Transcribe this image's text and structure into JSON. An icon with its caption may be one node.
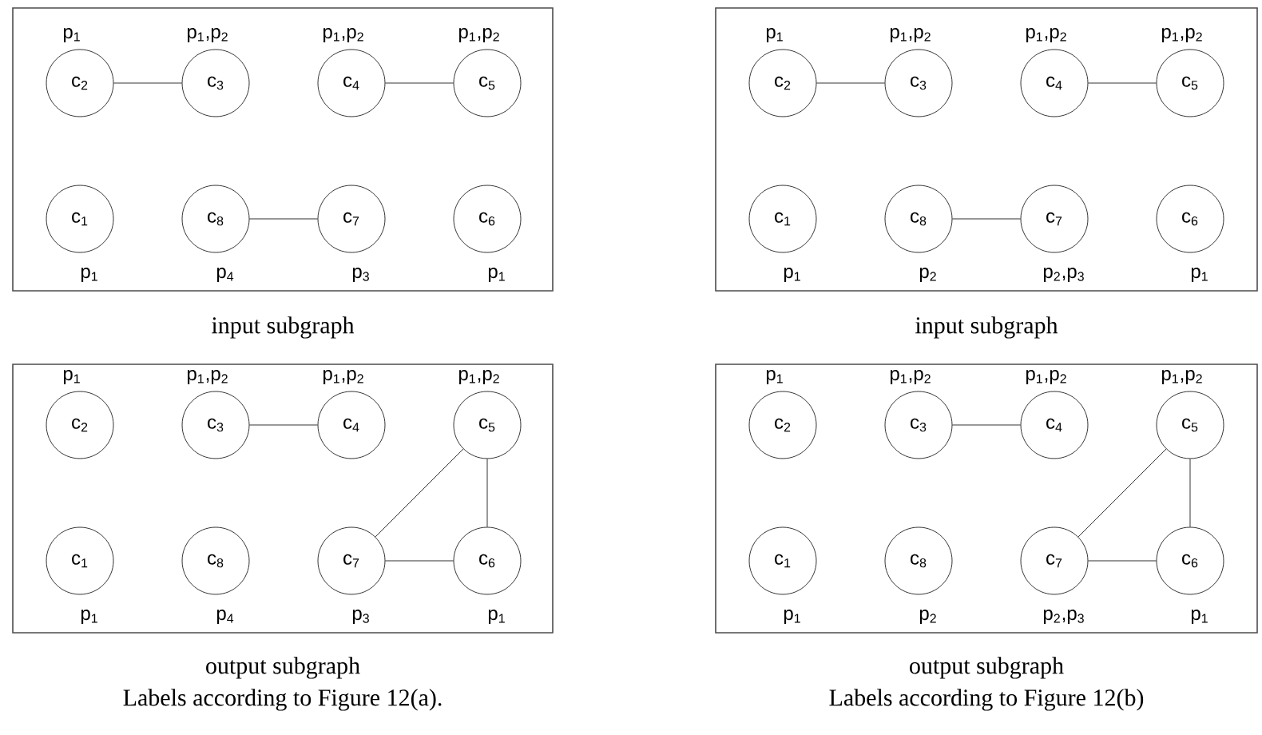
{
  "diagram": {
    "nodes": [
      {
        "text": [
          "input subgraph"
        ]
      },
      {
        "text": [
          "c$_{2}$"
        ],
        "in": 0,
        "beside": [
          "p$_{1}$"
        ]
      },
      {
        "text": [
          "c$_{3}$"
        ],
        "in": 0,
        "beside": [
          "p$_{1}$,p$_{2}$"
        ]
      },
      {
        "text": [
          "c$_{4}$"
        ],
        "in": 0,
        "beside": [
          "p$_{1}$,p$_{2}$"
        ]
      },
      {
        "text": [
          "c$_{5}$"
        ],
        "in": 0,
        "beside": [
          "p$_{1}$,p$_{2}$"
        ]
      },
      {
        "text": [
          "c$_{1}$"
        ],
        "in": 0,
        "beside": [
          "p$_{1}$"
        ]
      },
      {
        "text": [
          "c$_{8}$"
        ],
        "in": 0,
        "beside": [
          "p$_{4}$"
        ]
      },
      {
        "text": [
          "c$_{7}$"
        ],
        "in": 0,
        "beside": [
          "p$_{3}$"
        ]
      },
      {
        "text": [
          "c$_{6}$"
        ],
        "in": 0,
        "beside": [
          "p$_{1}$"
        ]
      },
      {
        "text": [
          "input subgraph"
        ]
      },
      {
        "text": [
          "c$_{2}$"
        ],
        "in": 9,
        "beside": [
          "p$_{1}$"
        ]
      },
      {
        "text": [
          "c$_{3}$"
        ],
        "in": 9,
        "beside": [
          "p$_{1}$,p$_{2}$"
        ]
      },
      {
        "text": [
          "c$_{4}$"
        ],
        "in": 9,
        "beside": [
          "p$_{1}$,p$_{2}$"
        ]
      },
      {
        "text": [
          "c$_{5}$"
        ],
        "in": 9,
        "beside": [
          "p$_{1}$,p$_{2}$"
        ]
      },
      {
        "text": [
          "c$_{1}$"
        ],
        "in": 9,
        "beside": [
          "p$_{1}$"
        ]
      },
      {
        "text": [
          "c$_{8}$"
        ],
        "in": 9,
        "beside": [
          "p$_{2}$"
        ]
      },
      {
        "text": [
          "c$_{7}$"
        ],
        "in": 9,
        "beside": [
          "p$_{2}$,p$_{3}$"
        ]
      },
      {
        "text": [
          "c$_{6}$"
        ],
        "in": 9,
        "beside": [
          "p$_{1}$"
        ]
      },
      {
        "text": [
          "output subgraph",
          "Labels according to Figure 12(a)."
        ]
      },
      {
        "text": [
          "c$_{2}$"
        ],
        "in": 18,
        "beside": [
          "p$_{1}$"
        ]
      },
      {
        "text": [
          "c$_{3}$"
        ],
        "in": 18,
        "beside": [
          "p$_{1}$,p$_{2}$"
        ]
      },
      {
        "text": [
          "c$_{4}$"
        ],
        "in": 18,
        "beside": [
          "p$_{1}$,p$_{2}$"
        ]
      },
      {
        "text": [
          "c$_{5}$"
        ],
        "in": 18,
        "beside": [
          "p$_{1}$,p$_{2}$"
        ]
      },
      {
        "text": [
          "c$_{1}$"
        ],
        "in": 18,
        "beside": [
          "p$_{1}$"
        ]
      },
      {
        "text": [
          "c$_{8}$"
        ],
        "in": 18,
        "beside": [
          "p$_{4}$"
        ]
      },
      {
        "text": [
          "c$_{7}$"
        ],
        "in": 18,
        "beside": [
          "p$_{3}$"
        ]
      },
      {
        "text": [
          "c$_{6}$"
        ],
        "in": 18,
        "beside": [
          "p$_{1}$"
        ]
      },
      {
        "text": [
          "output subgraph",
          "Labels according to Figure 12(b)"
        ]
      },
      {
        "text": [
          "c$_{2}$"
        ],
        "in": 27,
        "beside": [
          "p$_{1}$"
        ]
      },
      {
        "text": [
          "c$_{3}$"
        ],
        "in": 27,
        "beside": [
          "p$_{1}$,p$_{2}$"
        ]
      },
      {
        "text": [
          "c$_{4}$"
        ],
        "in": 27,
        "beside": [
          "p$_{1}$,p$_{2}$"
        ]
      },
      {
        "text": [
          "c$_{5}$"
        ],
        "in": 27,
        "beside": [
          "p$_{1}$,p$_{2}$"
        ]
      },
      {
        "text": [
          "c$_{1}$"
        ],
        "in": 27,
        "beside": [
          "p$_{1}$"
        ]
      },
      {
        "text": [
          "c$_{8}$"
        ],
        "in": 27,
        "beside": [
          "p$_{2}$"
        ]
      },
      {
        "text": [
          "c$_{7}$"
        ],
        "in": 27,
        "beside": [
          "p$_{2}$,p$_{3}$"
        ]
      },
      {
        "text": [
          "c$_{6}$"
        ],
        "in": 27,
        "beside": [
          "p$_{1}$"
        ]
      }
    ],
    "edges": [
      {
        "from": 1,
        "to": 2,
        "arrow": "none"
      },
      {
        "from": 3,
        "to": 4,
        "arrow": "none"
      },
      {
        "from": 6,
        "to": 7,
        "arrow": "none"
      },
      {
        "from": 10,
        "to": 11,
        "arrow": "none"
      },
      {
        "from": 12,
        "to": 13,
        "arrow": "none"
      },
      {
        "from": 15,
        "to": 16,
        "arrow": "none"
      },
      {
        "from": 20,
        "to": 21,
        "arrow": "none"
      },
      {
        "from": 22,
        "to": 25,
        "arrow": "none"
      },
      {
        "from": 25,
        "to": 26,
        "arrow": "none"
      },
      {
        "from": 22,
        "to": 26,
        "arrow": "none"
      },
      {
        "from": 29,
        "to": 30,
        "arrow": "none"
      },
      {
        "from": 31,
        "to": 34,
        "arrow": "none"
      },
      {
        "from": 34,
        "to": 35,
        "arrow": "none"
      },
      {
        "from": 31,
        "to": 35,
        "arrow": "none"
      }
    ]
  }
}
